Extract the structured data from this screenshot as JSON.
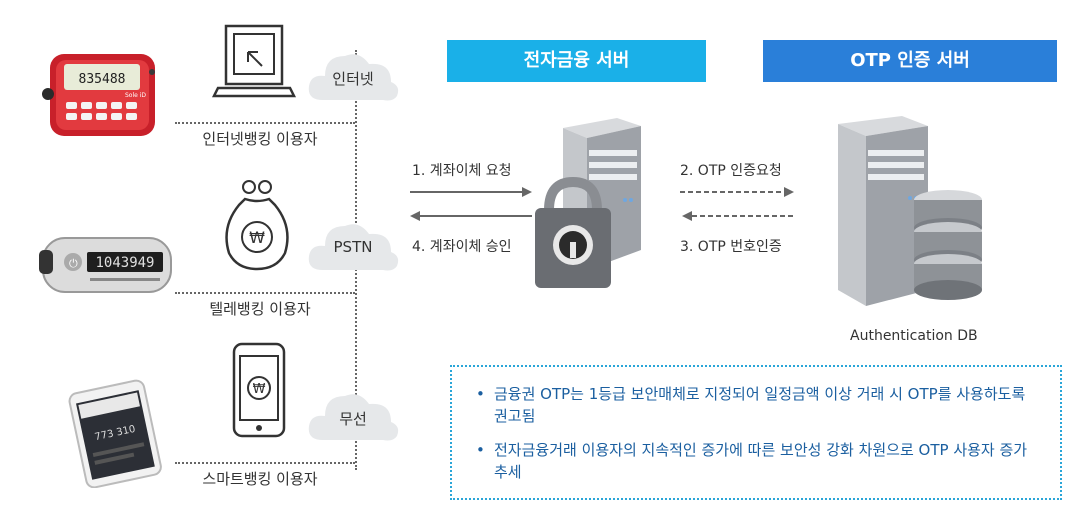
{
  "colors": {
    "header1": "#1ab0e8",
    "header2": "#2a7fd9",
    "note_text": "#1b5fa0",
    "note_border": "#2aa6d8"
  },
  "headers": {
    "server1": "전자금융 서버",
    "server2": "OTP 인증 서버"
  },
  "clouds": [
    "인터넷",
    "PSTN",
    "무선"
  ],
  "users": [
    "인터넷뱅킹 이용자",
    "텔레뱅킹 이용자",
    "스마트뱅킹 이용자"
  ],
  "devices": {
    "token_display": "835488",
    "token_brand": "Sole iD",
    "card_display": "1043949"
  },
  "arrows": {
    "a1": "1. 계좌이체 요청",
    "a2": "2. OTP 인증요청",
    "a3": "3. OTP 번호인증",
    "a4": "4. 계좌이체 승인"
  },
  "db_label": "Authentication DB",
  "notes": [
    "금융권 OTP는 1등급 보안매체로 지정되어 일정금액 이상 거래 시 OTP를 사용하도록 권고됨",
    "전자금융거래 이용자의 지속적인 증가에 따른 보안성 강화 차원으로 OTP 사용자 증가 추세"
  ],
  "icons": [
    "otp-token-icon",
    "otp-card-icon",
    "smartphone-icon",
    "computer-icon",
    "phone-bag-icon",
    "mobile-won-icon",
    "cloud-icon",
    "server-lock-icon",
    "server-db-icon"
  ]
}
